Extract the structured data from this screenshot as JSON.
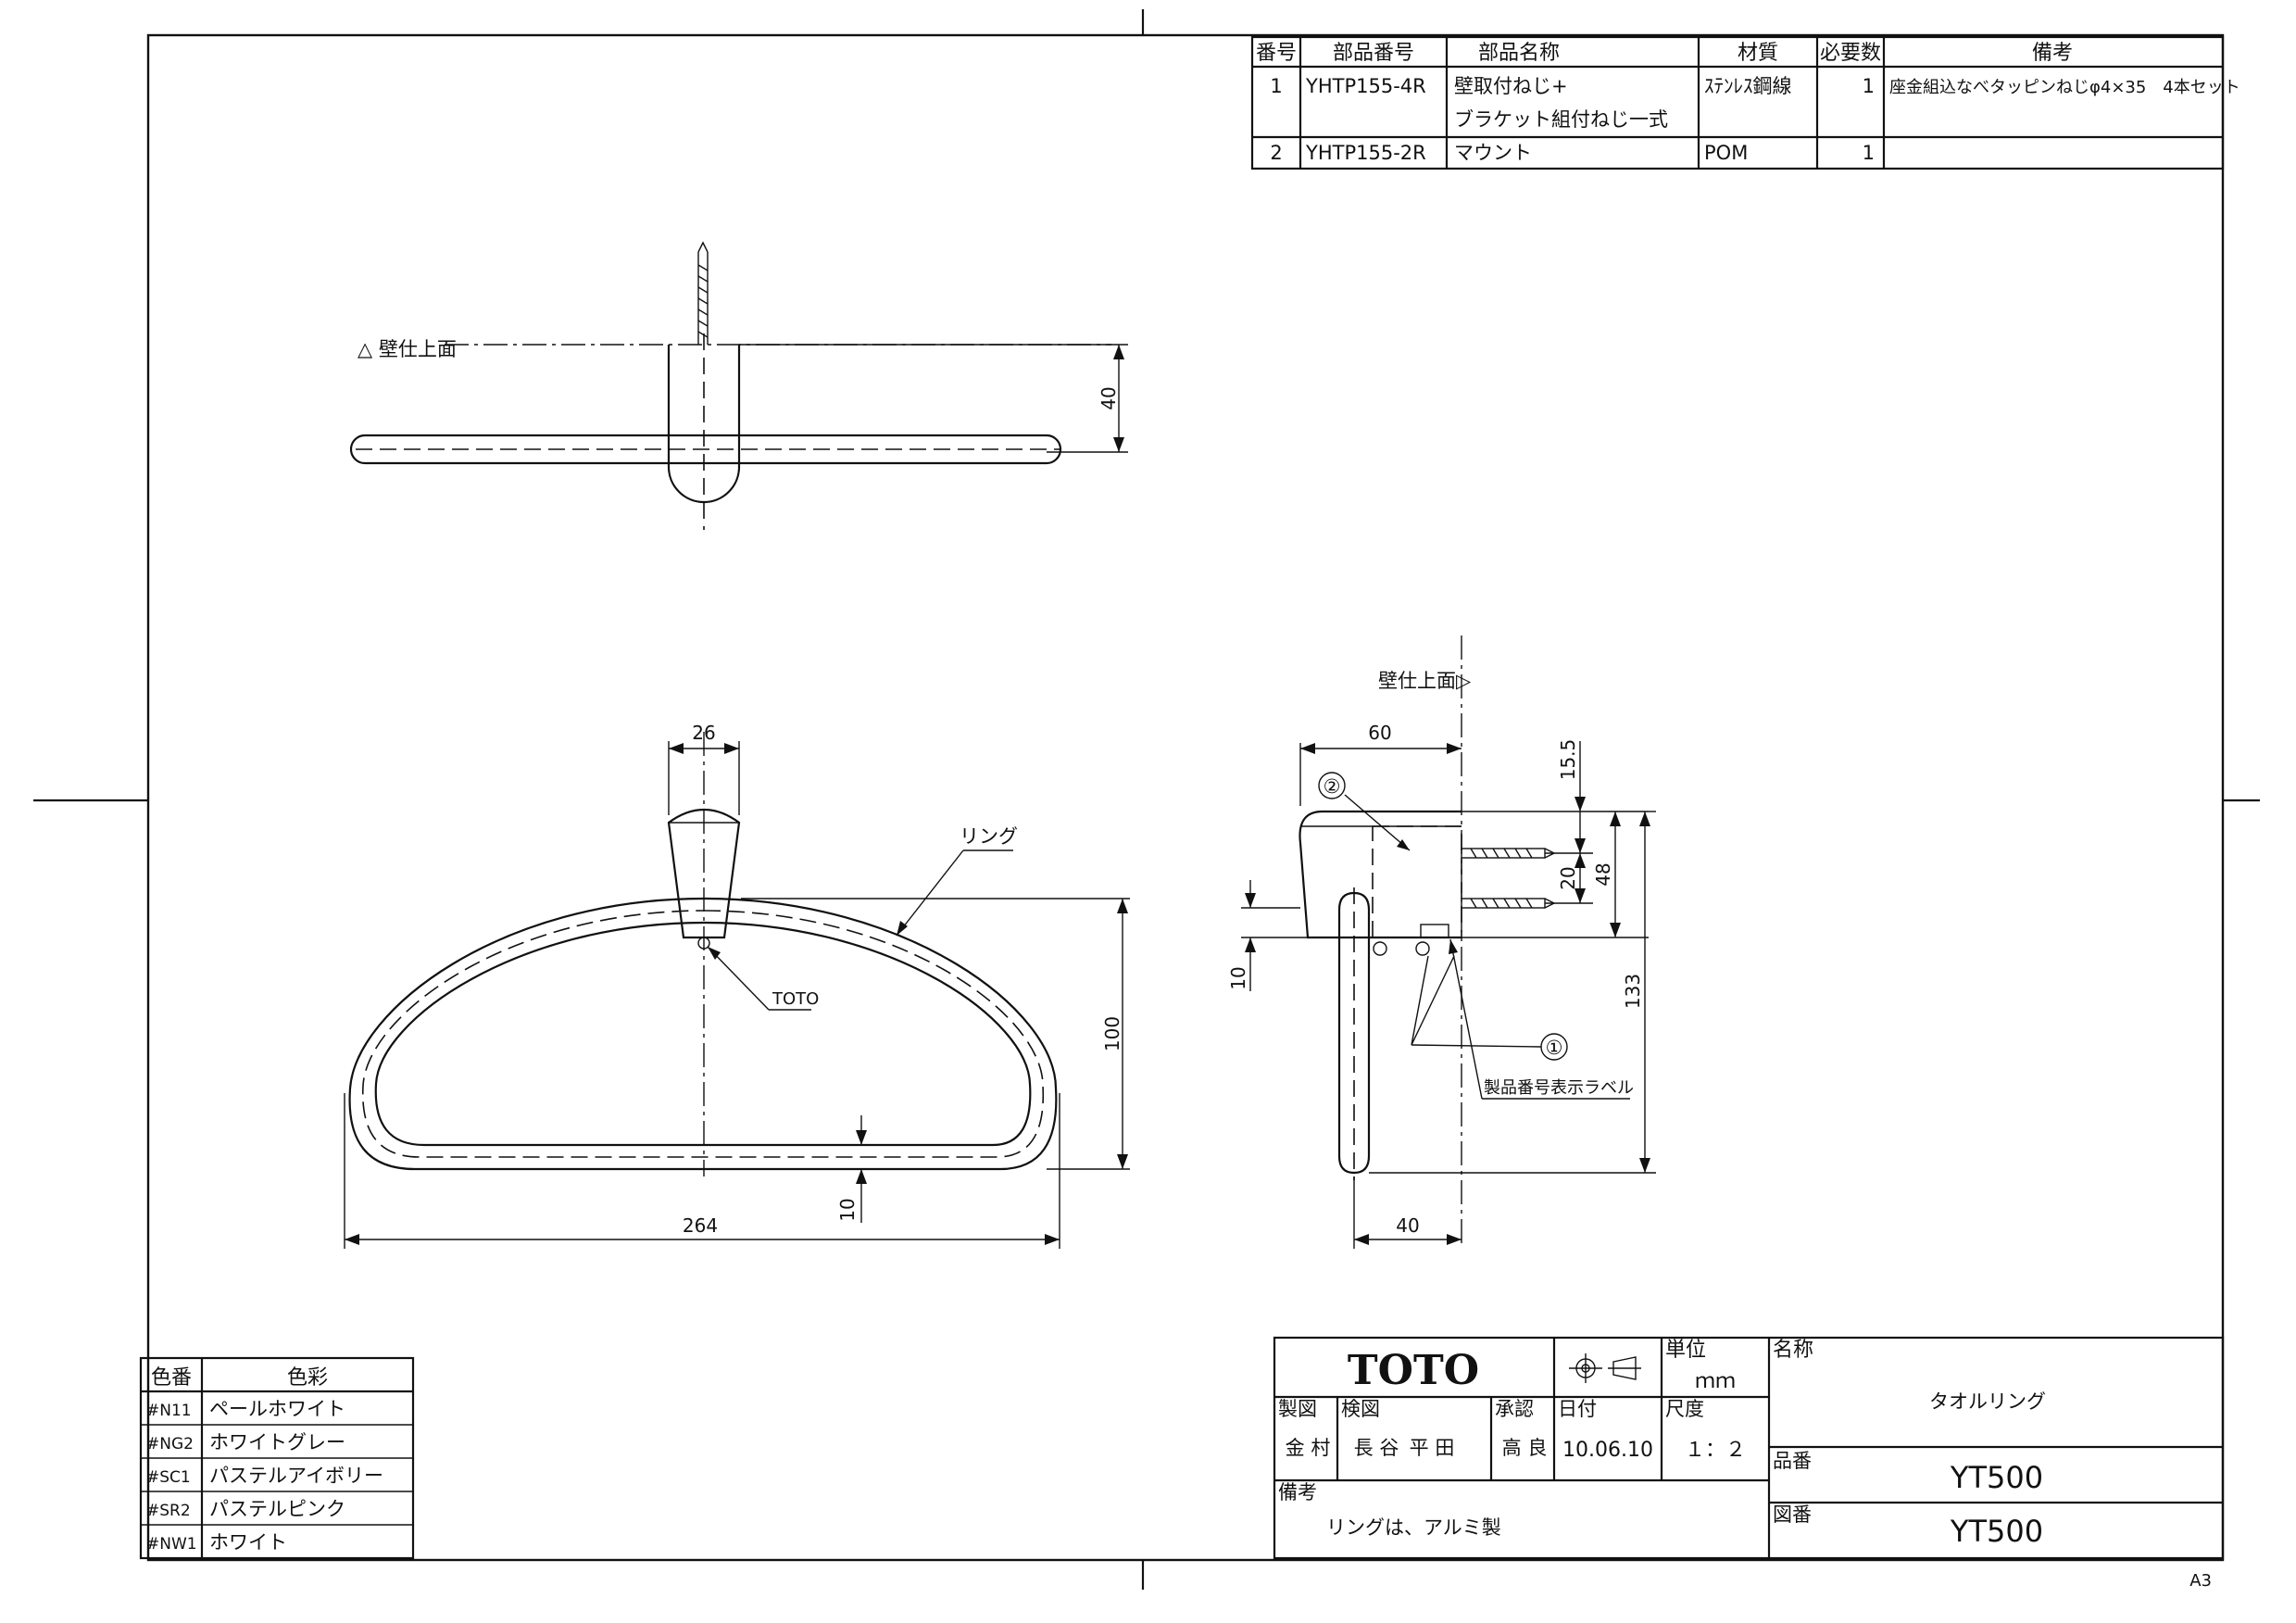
{
  "parts_table": {
    "headers": [
      "番号",
      "部品番号",
      "部品名称",
      "材質",
      "必要数",
      "備考"
    ],
    "rows": [
      {
        "no": "1",
        "part_no": "YHTP155-4R",
        "name_line1": "壁取付ねじ+",
        "name_line2": "ブラケット組付ねじ一式",
        "material": "ｽﾃﾝﾚｽ鋼線",
        "qty": "1",
        "note": "座金組込なべタッピンねじφ4×35　4本セット"
      },
      {
        "no": "2",
        "part_no": "YHTP155-2R",
        "name_line1": "マウント",
        "name_line2": "",
        "material": "POM",
        "qty": "1",
        "note": ""
      }
    ]
  },
  "color_table": {
    "headers": [
      "色番",
      "色彩"
    ],
    "rows": [
      {
        "code": "#N11",
        "name": "ペールホワイト"
      },
      {
        "code": "#NG2",
        "name": "ホワイトグレー"
      },
      {
        "code": "#SC1",
        "name": "パステルアイボリー"
      },
      {
        "code": "#SR2",
        "name": "パステルピンク"
      },
      {
        "code": "#NW1",
        "name": "ホワイト"
      }
    ]
  },
  "drawing": {
    "wall_top_label_top": "△ 壁仕上面",
    "wall_top_label_side": "壁仕上面▷",
    "ring_label": "リング",
    "toto_label": "TOTO",
    "label_tag": "製品番号表示ラベル",
    "balloon_1": "①",
    "balloon_2": "②",
    "dims": {
      "top_40": "40",
      "front_26": "26",
      "front_100": "100",
      "front_264": "264",
      "front_10": "10",
      "side_60": "60",
      "side_15_5": "15.5",
      "side_20": "20",
      "side_48": "48",
      "side_133": "133",
      "side_10": "10",
      "side_40": "40"
    }
  },
  "title_block": {
    "company": "TOTO",
    "unit_label": "単位",
    "unit_value": "ｍｍ",
    "name_label": "名称",
    "name_value": "タオルリング",
    "drawn_label": "製図",
    "drawn_by": "金 村",
    "checked_label": "検図",
    "checked_by_1": "長 谷",
    "checked_by_2": "平 田",
    "approved_label": "承認",
    "approved_by": "高 良",
    "date_label": "日付",
    "date_value": "10.06.10",
    "scale_label": "尺度",
    "scale_value": "１：２",
    "product_no_label": "品番",
    "product_no": "YT500",
    "drawing_no_label": "図番",
    "drawing_no": "YT500",
    "remarks_label": "備考",
    "remarks_value": "リングは、アルミ製"
  },
  "sheet_size": "A3"
}
